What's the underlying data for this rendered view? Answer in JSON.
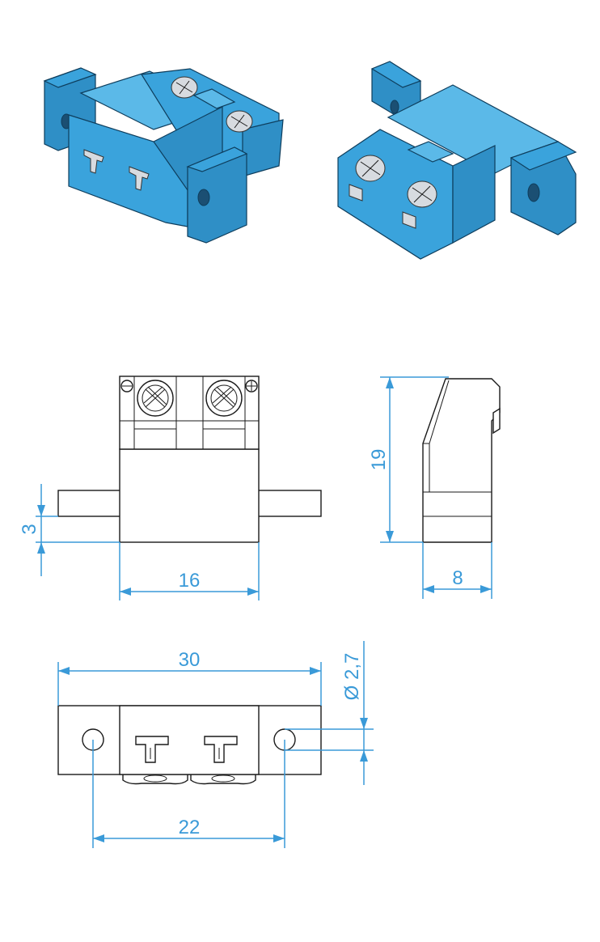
{
  "dimensions": {
    "flange_thickness": "3",
    "body_width": "16",
    "height": "19",
    "depth": "8",
    "overall_length": "30",
    "hole_spacing": "22",
    "hole_diameter": "Ø 2,7"
  },
  "colors": {
    "model_blue": "#3aa3dc",
    "dimension_blue": "#3a9ad8",
    "line_black": "#1a1a1a"
  }
}
